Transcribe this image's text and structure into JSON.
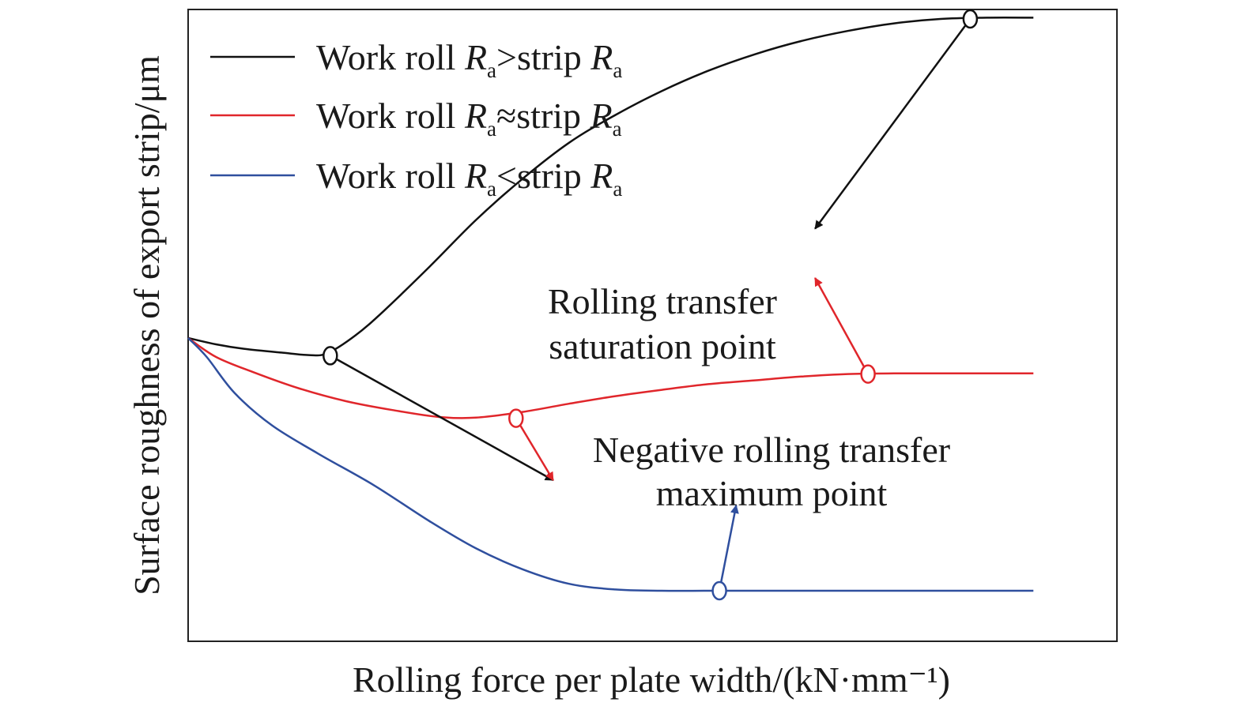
{
  "chart_data": {
    "type": "line",
    "xlabel": "Rolling force per plate width/(kN·mm⁻¹)",
    "ylabel": "Surface roughness of export strip/μm",
    "x_ticks": false,
    "y_ticks": false,
    "grid": false,
    "legend_position": "top-left",
    "xlim": [
      0,
      100
    ],
    "ylim": [
      0,
      100
    ],
    "series": [
      {
        "name": "Work roll Ra>strip Ra",
        "legend": {
          "prefix": "Work roll ",
          "var": "R",
          "sub": "a",
          "rel": ">strip ",
          "var2": "R",
          "sub2": "a"
        },
        "color": "#111111",
        "x": [
          0,
          3,
          6,
          10,
          13,
          15,
          18,
          21,
          26,
          31,
          36,
          41,
          46,
          51,
          56,
          61,
          66,
          71,
          76,
          81,
          86,
          91
        ],
        "y": [
          48.0,
          47.0,
          46.3,
          45.7,
          45.3,
          45.6,
          48.4,
          52.2,
          59.3,
          66.7,
          73.2,
          78.9,
          83.3,
          87.1,
          90.3,
          92.9,
          95.0,
          96.6,
          97.8,
          98.5,
          98.7,
          98.7
        ]
      },
      {
        "name": "Work roll Ra≈strip Ra",
        "legend": {
          "prefix": "Work roll ",
          "var": "R",
          "sub": "a",
          "rel": "≈strip ",
          "var2": "R",
          "sub2": "a"
        },
        "color": "#e0262b",
        "x": [
          0,
          3,
          7,
          12,
          17,
          22,
          27,
          31,
          36,
          41,
          46,
          51,
          56,
          61,
          66,
          71,
          76,
          81,
          86,
          91
        ],
        "y": [
          48.0,
          45.0,
          42.6,
          40.0,
          38.0,
          36.6,
          35.5,
          35.4,
          36.3,
          37.6,
          38.8,
          39.8,
          40.7,
          41.3,
          41.9,
          42.3,
          42.4,
          42.4,
          42.4,
          42.4
        ]
      },
      {
        "name": "Work roll Ra<strip Ra",
        "legend": {
          "prefix": "Work roll ",
          "var": "R",
          "sub": "a",
          "rel": "<strip ",
          "var2": "R",
          "sub2": "a"
        },
        "color": "#2f4f9e",
        "x": [
          0,
          2,
          5,
          9,
          14,
          20,
          26,
          31,
          36,
          41,
          46,
          51,
          56,
          61,
          66,
          71,
          76,
          81,
          86,
          91
        ],
        "y": [
          48.0,
          45.0,
          39.3,
          34.2,
          29.7,
          24.7,
          19.0,
          14.7,
          11.4,
          9.1,
          8.2,
          8.0,
          8.0,
          8.0,
          8.0,
          8.0,
          8.0,
          8.0,
          8.0,
          8.0
        ]
      }
    ],
    "markers": [
      {
        "x": 15.3,
        "y": 45.2,
        "color": "#111111"
      },
      {
        "x": 84.2,
        "y": 98.5,
        "color": "#111111"
      },
      {
        "x": 35.3,
        "y": 35.3,
        "color": "#e0262b"
      },
      {
        "x": 73.2,
        "y": 42.3,
        "color": "#e0262b"
      },
      {
        "x": 57.2,
        "y": 8.0,
        "color": "#2f4f9e"
      }
    ],
    "arrows": [
      {
        "from": [
          84.2,
          98.5
        ],
        "to": [
          67.5,
          65.3
        ],
        "color": "#111111"
      },
      {
        "from": [
          15.3,
          45.2
        ],
        "to": [
          39.3,
          25.5
        ],
        "color": "#111111"
      },
      {
        "from": [
          73.2,
          42.3
        ],
        "to": [
          67.5,
          57.5
        ],
        "color": "#e0262b"
      },
      {
        "from": [
          35.3,
          35.3
        ],
        "to": [
          39.3,
          25.5
        ],
        "color": "#e0262b"
      },
      {
        "from": [
          57.2,
          8.0
        ],
        "to": [
          59.0,
          21.5
        ],
        "color": "#2f4f9e"
      }
    ],
    "annotations": [
      {
        "lines": [
          "Rolling transfer",
          "saturation point"
        ]
      },
      {
        "lines": [
          "Negative rolling transfer",
          "maximum point"
        ]
      }
    ]
  }
}
